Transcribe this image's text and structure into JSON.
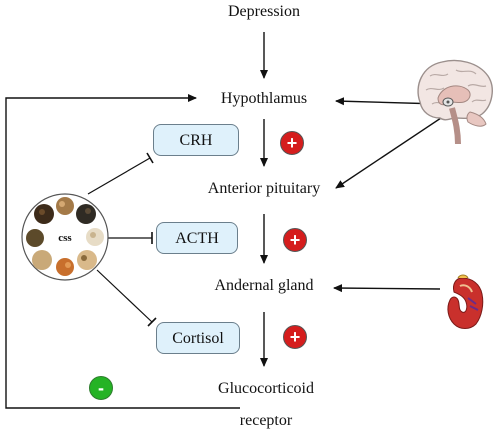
{
  "diagram": {
    "nodes": {
      "depression": "Depression",
      "hypothalamus": "Hypothlamus",
      "anterior_pituitary": "Anterior pituitary",
      "adrenal_gland": "Andernal gland",
      "glucocorticoid": "Glucocorticoid",
      "receptor": "receptor"
    },
    "hormones": {
      "crh": "CRH",
      "acth": "ACTH",
      "cortisol": "Cortisol"
    },
    "herb_label": "CSS",
    "signs": {
      "plus_symbol": "+",
      "minus_symbol": "-"
    },
    "colors": {
      "pill_fill": "#dff1fb",
      "plus_red": "#d51d1d",
      "minus_green": "#25b325"
    },
    "icons": [
      "brain-icon",
      "kidney-icon",
      "herb-collection-icon"
    ]
  }
}
